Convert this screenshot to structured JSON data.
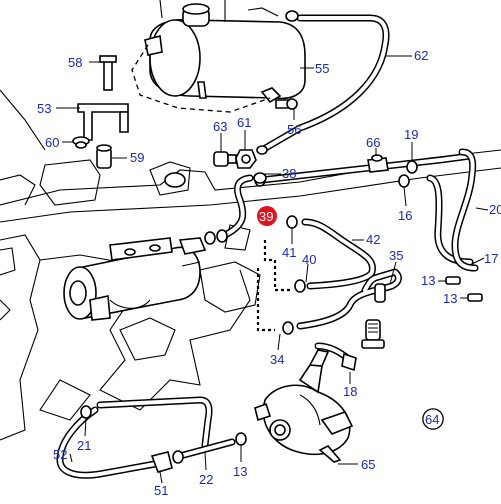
{
  "diagram": {
    "callouts": {
      "c58": "58",
      "c53": "53",
      "c60": "60",
      "c59": "59",
      "c63": "63",
      "c61": "61",
      "c56": "56",
      "c55": "55",
      "c62": "62",
      "c66": "66",
      "c19": "19",
      "c38": "38",
      "c39": "39",
      "c16": "16",
      "c20": "20",
      "c42": "42",
      "c41": "41",
      "c40": "40",
      "c35": "35",
      "c17": "17",
      "c13a": "13",
      "c13b": "13",
      "c34": "34",
      "c18": "18",
      "c64": "64",
      "c21": "21",
      "c52": "52",
      "c22": "22",
      "c13c": "13",
      "c51": "51",
      "c65": "65"
    },
    "highlight_color": "#e0141e",
    "label_color": "#1a2bb5"
  }
}
